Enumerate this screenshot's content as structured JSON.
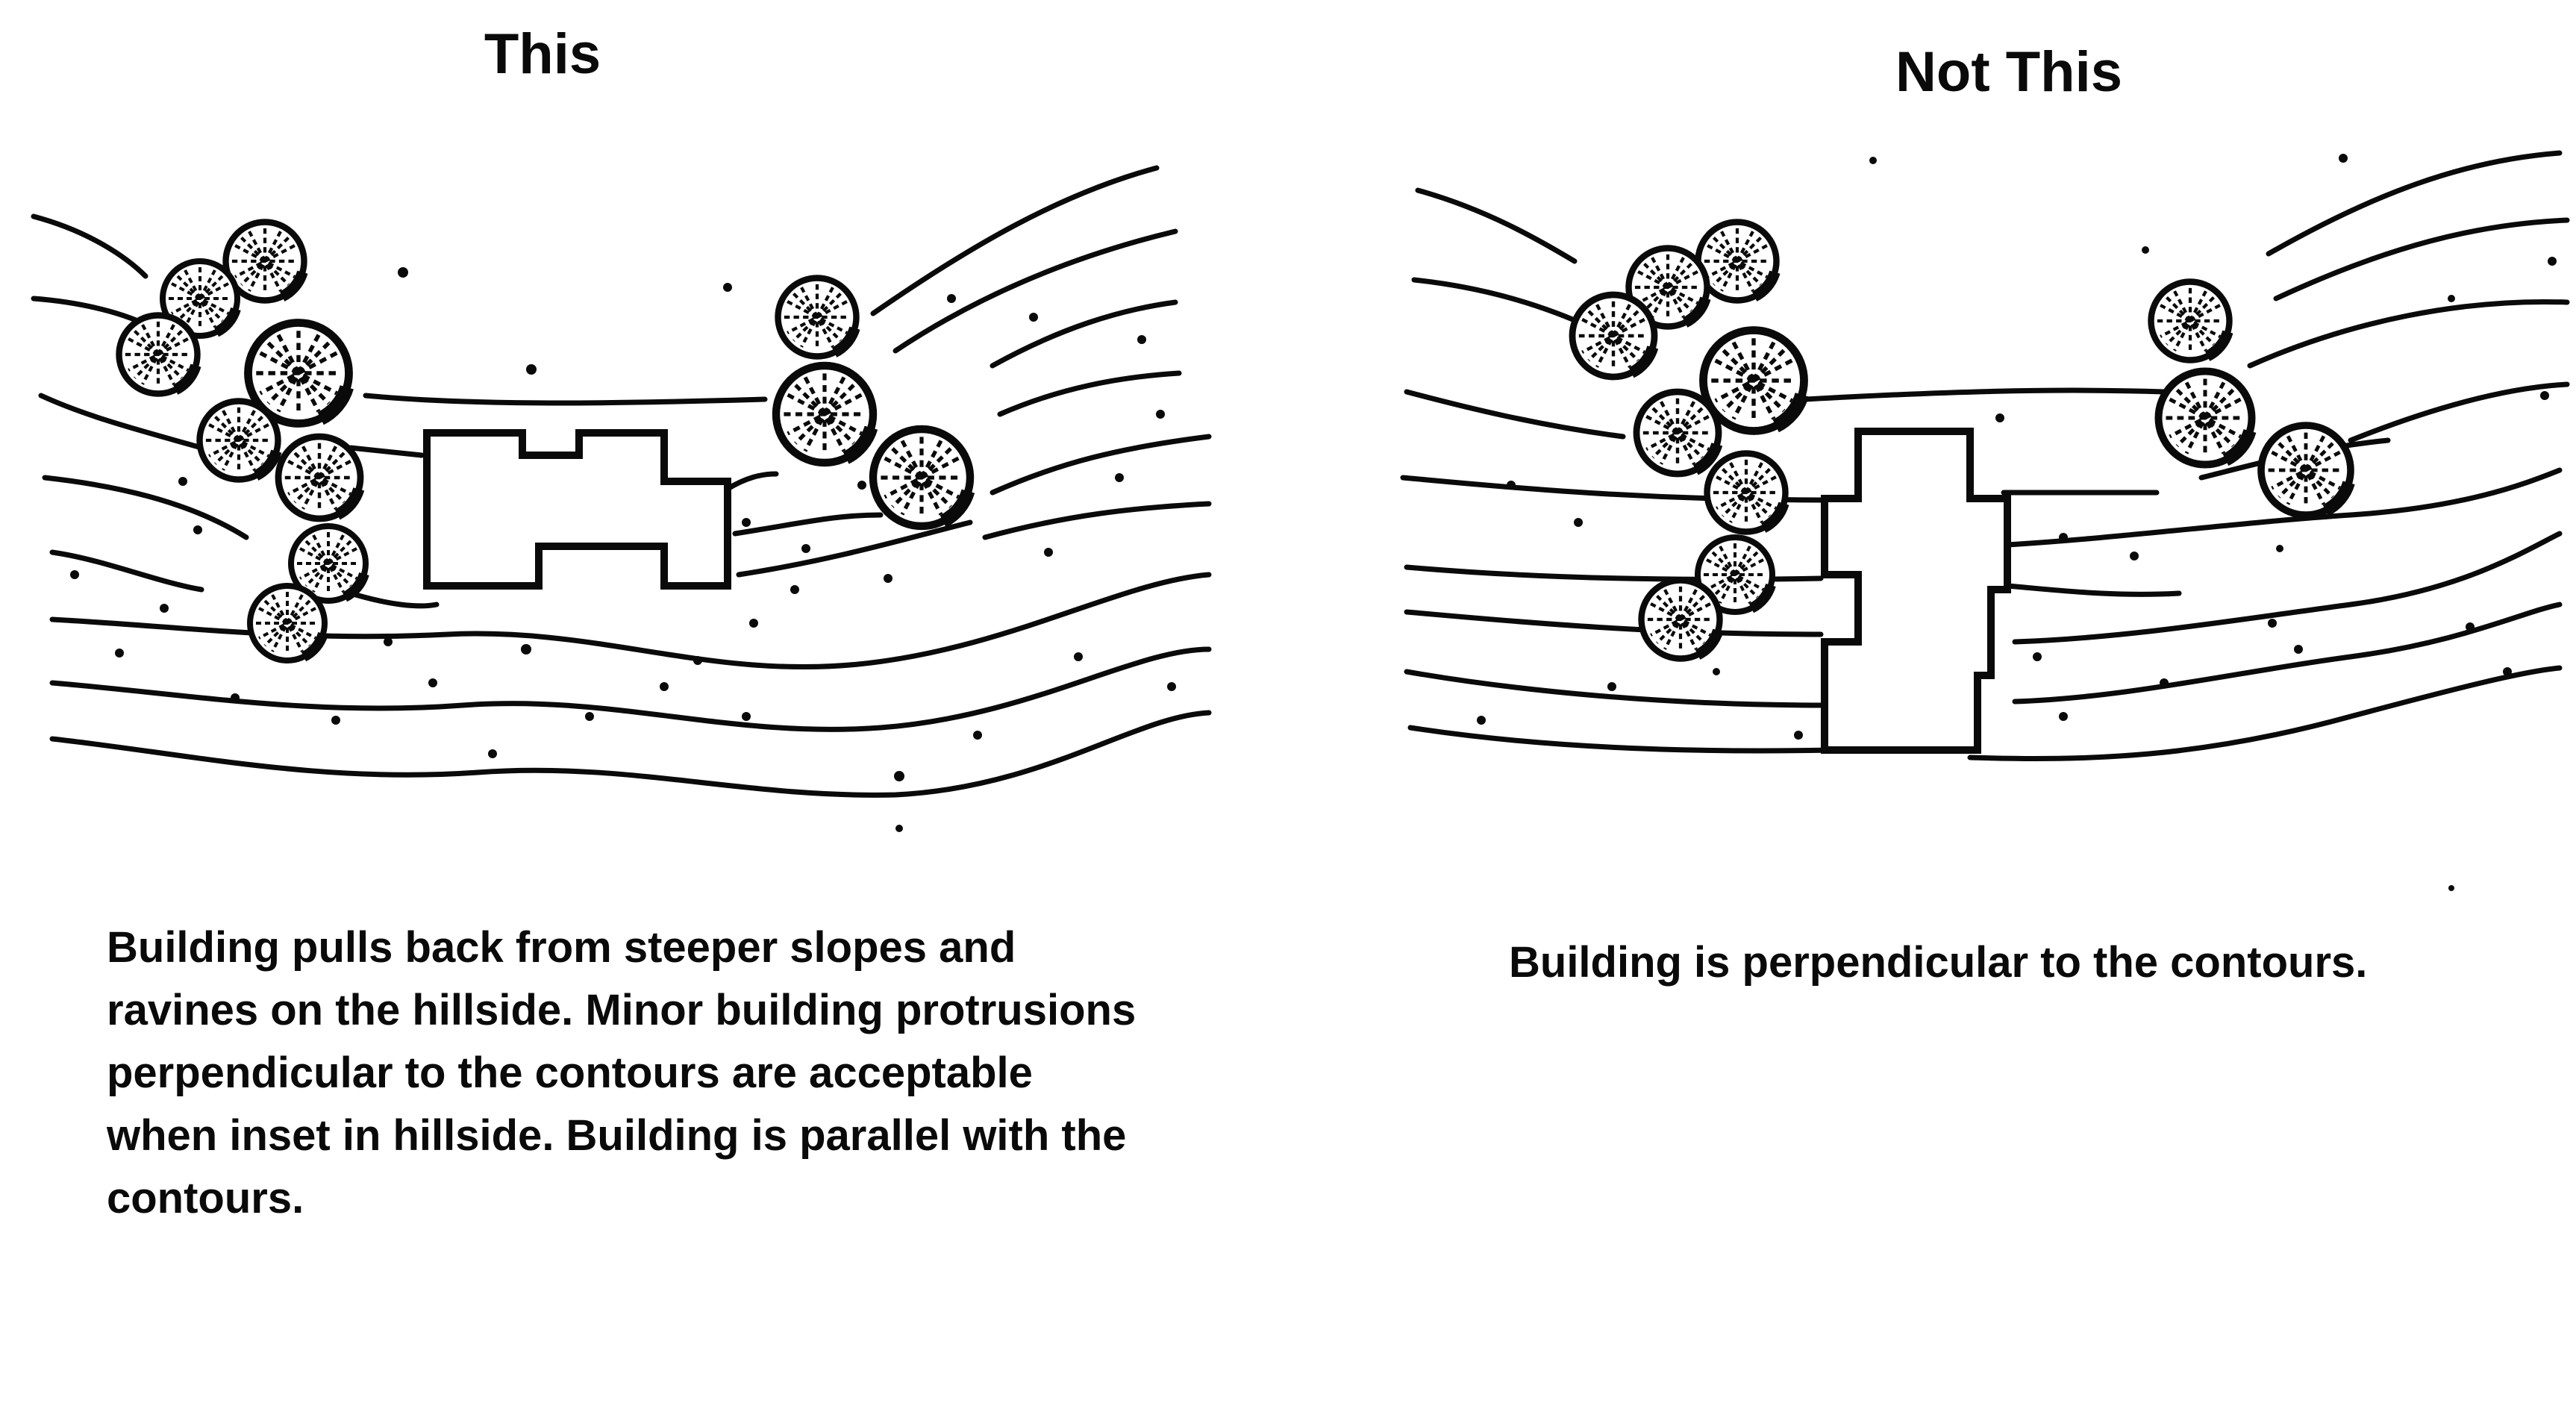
{
  "panels": [
    {
      "heading": "This",
      "caption": "Building pulls back from steeper slopes and ravines on the hillside.  Minor building protrusions perpendicular to the contours are acceptable when inset in hillside.  Building is parallel with the contours."
    },
    {
      "heading": "Not This",
      "caption": "Building is perpendicular to the contours."
    }
  ],
  "colors": {
    "ink": "#0a0a0a",
    "paper": "#ffffff"
  },
  "icons": {
    "tree": "tree-icon",
    "building": "building-footprint",
    "contour": "contour-line"
  }
}
